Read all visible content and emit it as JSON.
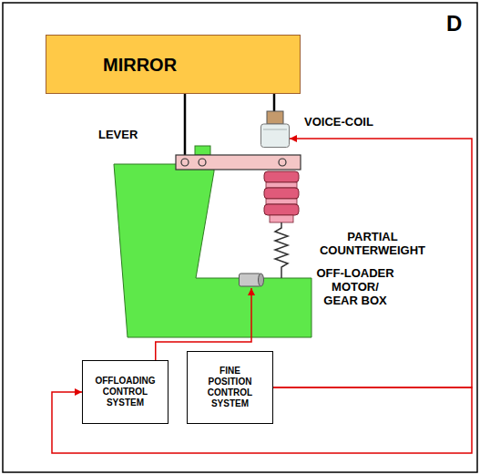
{
  "diagram": {
    "nodes": [
      {
        "text": [
          "MIRROR"
        ]
      },
      {
        "text": [
          "VOICE-COIL"
        ]
      },
      {
        "text": [
          "OFF-LOADER MOTOR/ GEAR BOX"
        ]
      },
      {
        "text": [
          "OFFLOADING CONTROL SYSTEM"
        ]
      },
      {
        "text": [
          "FINE POSITION CONTROL SYSTEM"
        ]
      }
    ],
    "edges": [
      {
        "from": 4,
        "to": 1,
        "arrow": "to"
      },
      {
        "from": 4,
        "to": 3,
        "arrow": "to"
      },
      {
        "from": 3,
        "to": 2,
        "arrow": "to"
      }
    ],
    "labels": [
      "D",
      "LEVER",
      "PARTIAL COUNTERWEIGHT"
    ]
  }
}
